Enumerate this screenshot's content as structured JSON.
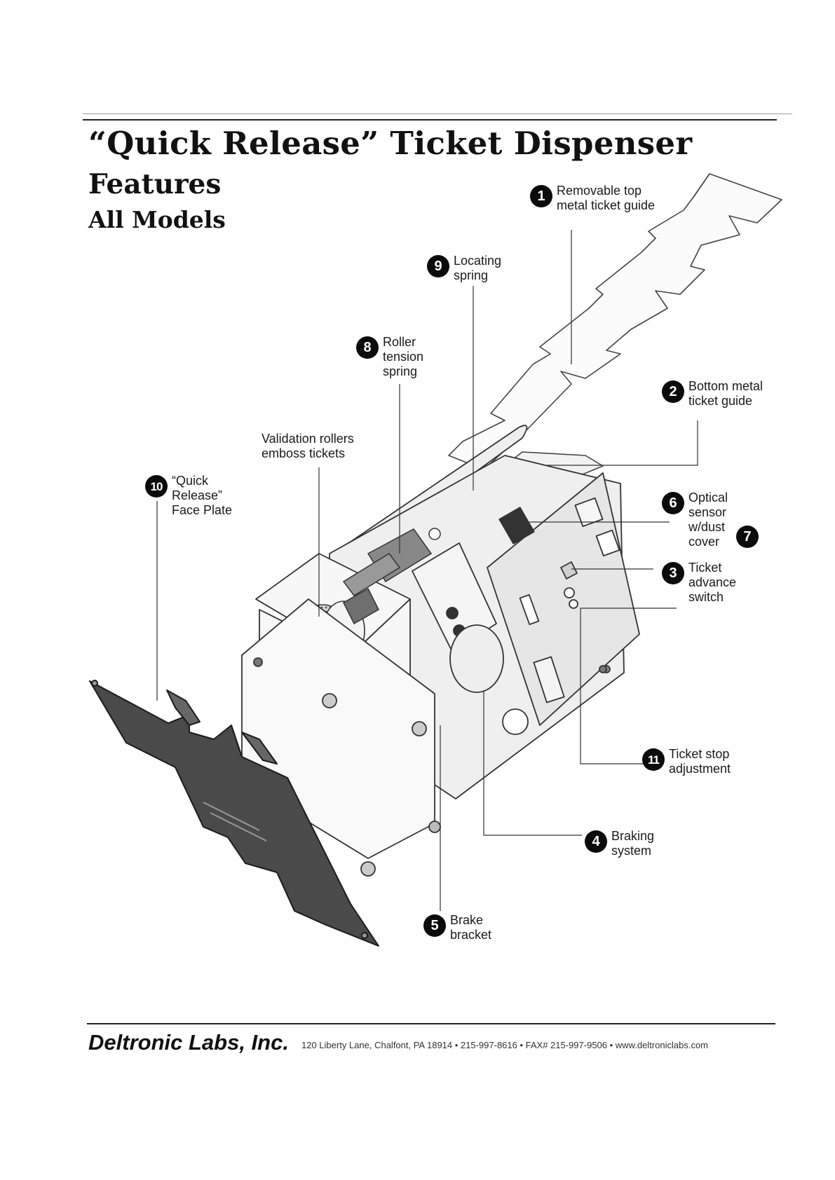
{
  "header": {
    "title": "“Quick Release” Ticket Dispenser",
    "subtitle_line1": "Features",
    "subtitle_line2": "All Models"
  },
  "callouts": [
    {
      "number": "1",
      "label": "Removable top\nmetal ticket guide"
    },
    {
      "number": "2",
      "label": "Bottom metal\nticket guide"
    },
    {
      "number": "3",
      "label": "Ticket\nadvance\nswitch"
    },
    {
      "number": "4",
      "label": "Braking\nsystem"
    },
    {
      "number": "5",
      "label": "Brake\nbracket"
    },
    {
      "number": "6",
      "label": "Optical\nsensor\nw/dust\ncover"
    },
    {
      "number": "7",
      "label": ""
    },
    {
      "number": "8",
      "label": "Roller\ntension\nspring"
    },
    {
      "number": "9",
      "label": "Locating\nspring"
    },
    {
      "number": "10",
      "label": "“Quick\nRelease”\nFace Plate"
    },
    {
      "number": "11",
      "label": "Ticket stop\nadjustment"
    }
  ],
  "validation_label": "Validation rollers\nemboss tickets",
  "footer": {
    "company": "Deltronic Labs, Inc.",
    "address": "120 Liberty Lane, Chalfont, PA 18914 • 215-997-8616 • FAX# 215-997-9506 • www.deltroniclabs.com"
  }
}
